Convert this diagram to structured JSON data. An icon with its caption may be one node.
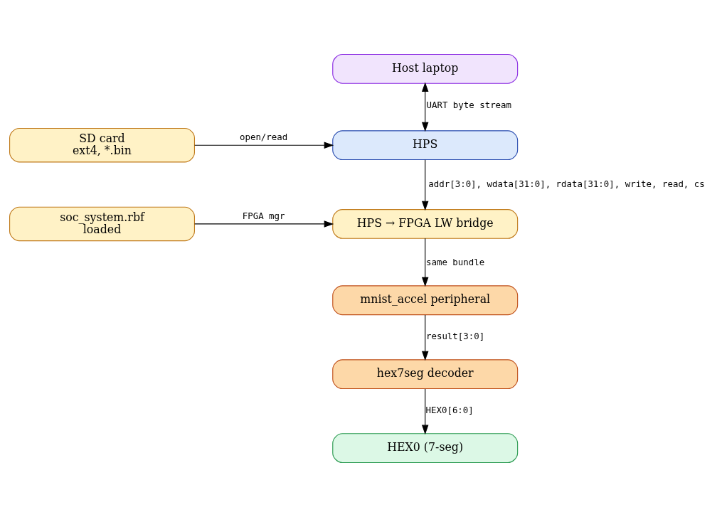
{
  "diagram": {
    "nodes": [
      {
        "text": [
          "Host laptop"
        ]
      },
      {
        "text": [
          "SD card",
          "ext4, *.bin"
        ]
      },
      {
        "text": [
          "HPS"
        ]
      },
      {
        "text": [
          "soc_system.rbf",
          "loaded"
        ]
      },
      {
        "text": [
          "HPS → FPGA LW bridge"
        ]
      },
      {
        "text": [
          "mnist_accel peripheral"
        ]
      },
      {
        "text": [
          "hex7seg decoder"
        ]
      },
      {
        "text": [
          "HEX0 (7-seg)"
        ]
      }
    ],
    "edges": [
      {
        "from": 0,
        "to": 2,
        "arrow": "both",
        "label": "UART byte stream"
      },
      {
        "from": 1,
        "to": 2,
        "arrow": "to",
        "label": "open/read"
      },
      {
        "from": 2,
        "to": 4,
        "arrow": "to",
        "label": "addr[3:0], wdata[31:0], rdata[31:0], write, read, cs"
      },
      {
        "from": 3,
        "to": 4,
        "arrow": "to",
        "label": "FPGA mgr"
      },
      {
        "from": 4,
        "to": 5,
        "arrow": "to",
        "label": "same bundle"
      },
      {
        "from": 5,
        "to": 6,
        "arrow": "to",
        "label": "result[3:0]"
      },
      {
        "from": 6,
        "to": 7,
        "arrow": "to",
        "label": "HEX0[6:0]"
      }
    ]
  }
}
